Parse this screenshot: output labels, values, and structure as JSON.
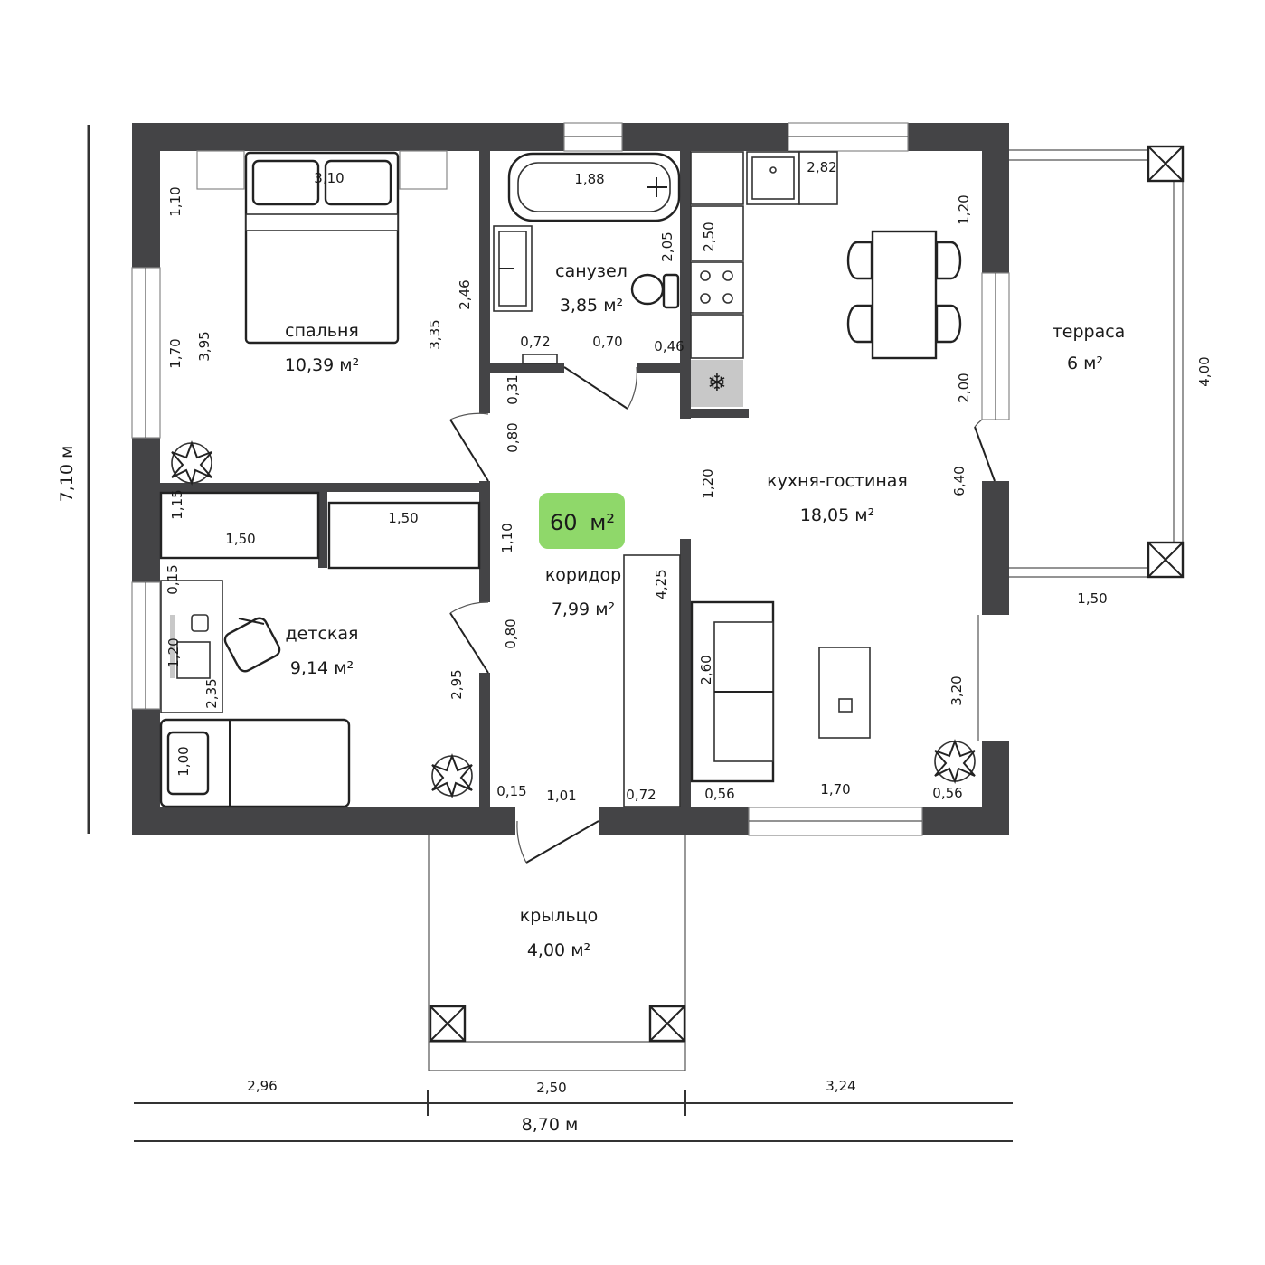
{
  "plan": {
    "total_area": {
      "value": "60",
      "unit": "м²",
      "color": "#8fd86a"
    },
    "rooms": {
      "bedroom": {
        "name": "спальня",
        "area": "10,39 м²"
      },
      "bathroom": {
        "name": "санузел",
        "area": "3,85 м²"
      },
      "kitchen": {
        "name": "кухня-гостиная",
        "area": "18,05 м²"
      },
      "corridor": {
        "name": "коридор",
        "area": "7,99 м²"
      },
      "kids": {
        "name": "детская",
        "area": "9,14 м²"
      },
      "terrace": {
        "name": "терраса",
        "area": "6 м²"
      },
      "porch": {
        "name": "крыльцо",
        "area": "4,00 м²"
      }
    },
    "overall": {
      "height": "7,10 м",
      "width": "8,70 м"
    },
    "bottom_segments": [
      "2,96",
      "2,50",
      "3,24"
    ],
    "dims": {
      "bed_top": "3,10",
      "bed_left_top": "1,10",
      "bed_left_win": "1,70",
      "bed_height": "3,95",
      "bed_right": "3,35",
      "bed_wall": "2,46",
      "bath_tub": "1,88",
      "bath_side": "2,05",
      "bath_bottom_a": "0,72",
      "bath_bottom_b": "0,70",
      "bath_bottom_c": "0,46",
      "kit_sink": "2,82",
      "kit_counter": "2,50",
      "kit_right_top": "1,20",
      "kit_right_win": "2,00",
      "kit_right_mid": "6,40",
      "kit_left_open": "1,20",
      "kit_sofa": "2,60",
      "kit_right_low": "3,20",
      "kit_bottom_a": "0,56",
      "kit_bottom_b": "1,70",
      "kit_bottom_c": "0,56",
      "terr_depth": "4,00",
      "terr_width": "1,50",
      "cor_top": "0,31",
      "cor_door_a": "0,80",
      "cor_mid": "1,10",
      "cor_door_b": "0,80",
      "cor_wardrobe": "4,25",
      "cor_bottom_a": "0,15",
      "cor_bottom_b": "1,01",
      "cor_bottom_c": "0,72",
      "closet_a": "1,50",
      "closet_b": "1,50",
      "closet_h": "1,15",
      "kids_top": "0,15",
      "kids_win": "1,20",
      "kids_desk": "2,35",
      "kids_bed": "1,00",
      "kids_right": "2,95"
    }
  }
}
